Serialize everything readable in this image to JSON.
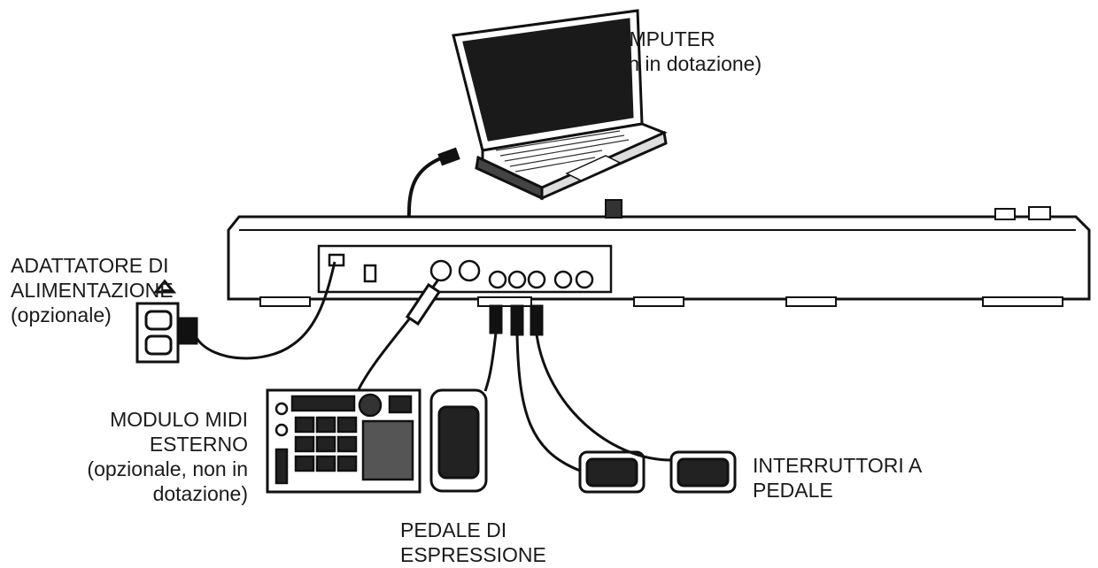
{
  "labels": {
    "computer": {
      "line1": "COMPUTER",
      "line2": "(non in dotazione)"
    },
    "power_adapter": {
      "line1": "ADATTATORE DI",
      "line2": "ALIMENTAZIONE",
      "line3": "(opzionale)"
    },
    "midi_module": {
      "line1": "MODULO MIDI",
      "line2": "ESTERNO",
      "line3": "(opzionale, non in",
      "line4": "dotazione)"
    },
    "expression_pedal": {
      "line1": "PEDALE DI",
      "line2": "ESPRESSIONE"
    },
    "footswitches": {
      "line1": "INTERRUTTORI A",
      "line2": "PEDALE"
    }
  }
}
